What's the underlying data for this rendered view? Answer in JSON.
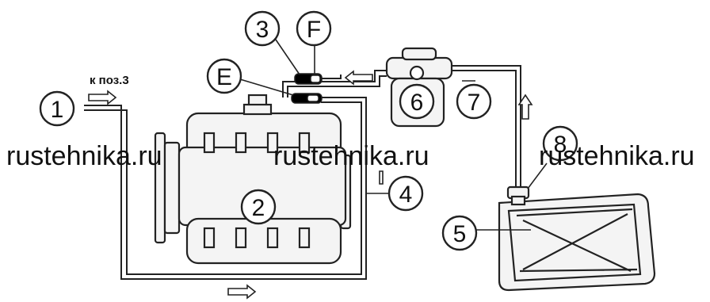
{
  "callouts": {
    "c1": "1",
    "c2": "2",
    "c3": "3",
    "c4": "4",
    "c5": "5",
    "c6": "6",
    "c7": "7",
    "c8": "8",
    "cE": "E",
    "cF": "F"
  },
  "inlet_note": "к поз.3",
  "watermarks": [
    "rustehnika.ru",
    "rustehnika.ru",
    "rustehnika.ru"
  ],
  "colors": {
    "stroke": "#222222",
    "fill": "#f4f4f4",
    "fitting": "#000000"
  }
}
